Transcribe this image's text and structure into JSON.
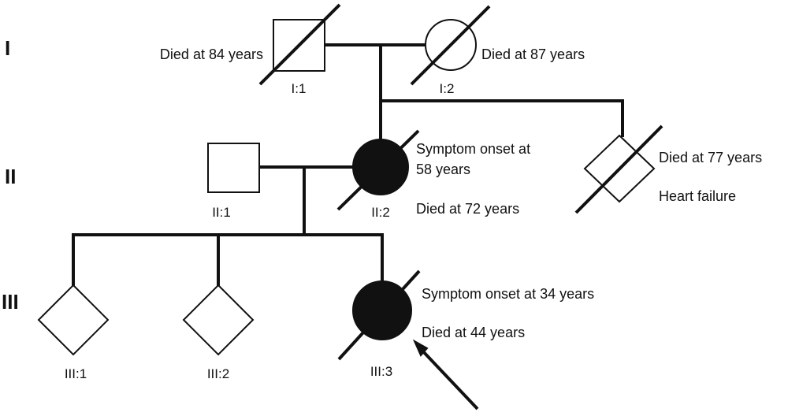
{
  "colors": {
    "line": "#111111",
    "affected_fill": "#111111",
    "unaffected_fill": "#ffffff"
  },
  "generations": [
    "I",
    "II",
    "III"
  ],
  "individuals": [
    {
      "id": "I:1",
      "shape": "square",
      "affected": false,
      "deceased": true,
      "annotations": [
        "Died at 84 years"
      ]
    },
    {
      "id": "I:2",
      "shape": "circle",
      "affected": false,
      "deceased": true,
      "annotations": [
        "Died at 87 years"
      ]
    },
    {
      "id": "II:1",
      "shape": "square",
      "affected": false,
      "deceased": false,
      "annotations": []
    },
    {
      "id": "II:2",
      "shape": "circle",
      "affected": true,
      "deceased": true,
      "annotations": [
        "Symptom onset at",
        "58 years",
        "Died at 72 years"
      ]
    },
    {
      "id": "",
      "shape": "diamond",
      "affected": false,
      "deceased": true,
      "annotations": [
        "Died at 77 years",
        "Heart failure"
      ]
    },
    {
      "id": "III:1",
      "shape": "diamond",
      "affected": false,
      "deceased": false,
      "annotations": []
    },
    {
      "id": "III:2",
      "shape": "diamond",
      "affected": false,
      "deceased": false,
      "annotations": []
    },
    {
      "id": "III:3",
      "shape": "circle",
      "affected": true,
      "deceased": true,
      "proband": true,
      "annotations": [
        "Symptom onset at 34 years",
        "Died at 44 years"
      ]
    }
  ]
}
